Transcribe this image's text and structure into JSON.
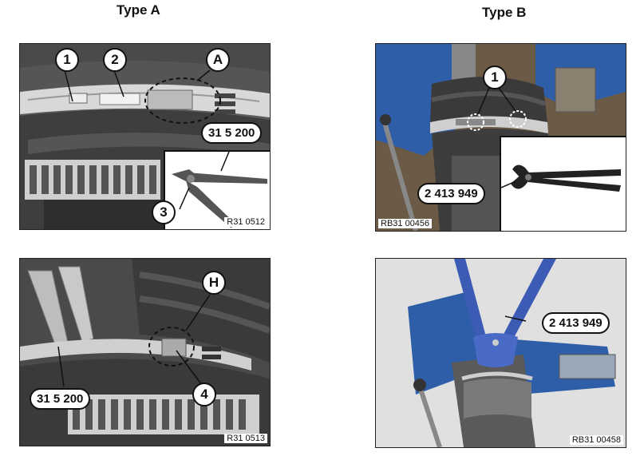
{
  "headings": {
    "type_a": "Type A",
    "type_b": "Type B"
  },
  "panels": {
    "a_top": {
      "ref": "R31 0512",
      "callouts": {
        "c1": "1",
        "c2": "2",
        "cA": "A",
        "tool": "31 5 200",
        "c3": "3"
      }
    },
    "a_bottom": {
      "ref": "R31 0513",
      "callouts": {
        "cH": "H",
        "tool": "31 5 200",
        "c4": "4"
      }
    },
    "b_top": {
      "ref": "RB31 00456",
      "callouts": {
        "c1": "1",
        "tool": "2 413 949"
      }
    },
    "b_bottom": {
      "ref": "RB31 00458",
      "callouts": {
        "tool": "2 413 949"
      }
    }
  },
  "colors": {
    "vise_blue": "#2f5ea8",
    "pliers_blue": "#3b5bb5",
    "rubber": "#3a3a3a"
  }
}
